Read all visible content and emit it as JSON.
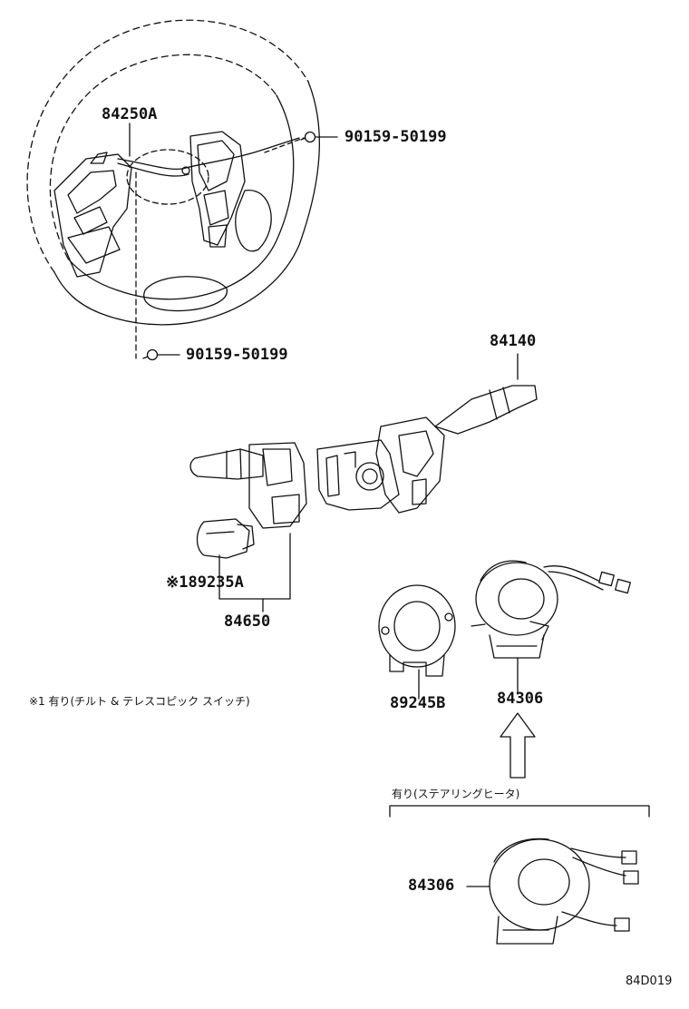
{
  "parts": {
    "p84250A": "84250A",
    "p90159_upper": "90159-50199",
    "p90159_lower": "90159-50199",
    "p84140": "84140",
    "p89235A": "※189235A",
    "p84650": "84650",
    "p89245B": "89245B",
    "p84306_top": "84306",
    "p84306_bottom": "84306"
  },
  "notes": {
    "tilt_note": "※1 有り(チルト & テレスコピック スイッチ)",
    "heater_note": "有り(ステアリングヒータ)"
  },
  "diagram_code": "84D019"
}
